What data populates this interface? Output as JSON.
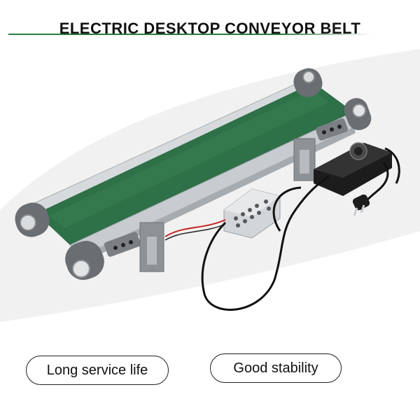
{
  "header": {
    "title": "ELECTRIC DESKTOP CONVEYOR BELT"
  },
  "features": [
    {
      "label": "Long service life"
    },
    {
      "label": "Good stability"
    }
  ],
  "colors": {
    "belt": "#2e7048",
    "frame": "#c8ccd0",
    "end_cap": "#6a6e73",
    "accent_rule": "#2f7a3b",
    "backdrop": "#f1f1f1"
  }
}
